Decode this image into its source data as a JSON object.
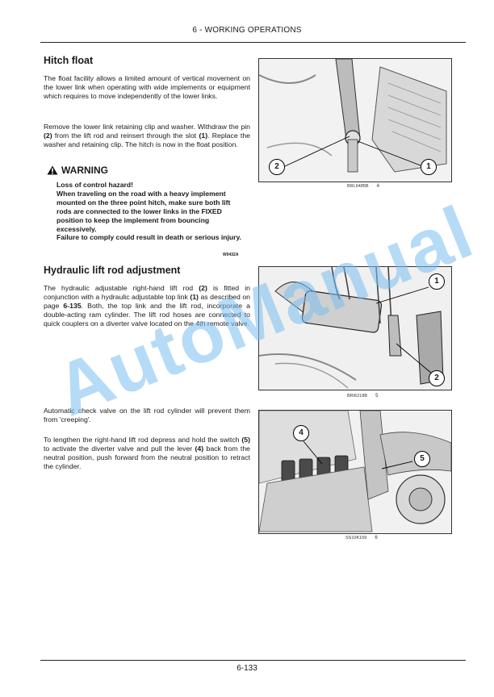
{
  "header": "6 - WORKING OPERATIONS",
  "footer": "6-133",
  "hitch_float": {
    "title": "Hitch float",
    "p1": "The float facility allows a limited amount of vertical movement on the lower link when operating with wide implements or equipment which requires to move independently of the lower links.",
    "p2_a": "Remove the lower link retaining clip and washer. Withdraw the pin ",
    "p2_b": "(2)",
    "p2_c": " from the lift rod and reinsert through the slot ",
    "p2_d": "(1)",
    "p2_e": ". Replace the washer and retaining clip. The hitch is now in the float position."
  },
  "warning": {
    "title": "WARNING",
    "lines": [
      "Loss of control hazard!",
      "When traveling on the road with a heavy implement mounted on the three point hitch, make sure both lift rods are connected to the lower links in the FIXED position to keep the implement from bouncing excessively.",
      "Failure to comply could result in death or serious injury."
    ],
    "code": "W0432A"
  },
  "lift_rod": {
    "title": "Hydraulic lift rod adjustment",
    "p1_a": "The hydraulic adjustable right-hand lift rod ",
    "p1_b": "(2)",
    "p1_c": " is fitted in conjunction with a hydraulic adjustable top link ",
    "p1_d": "(1)",
    "p1_e": " as described on page ",
    "p1_f": "6-135",
    "p1_g": ". Both, the top link and the lift rod, incorporate a double-acting ram cylinder. The lift rod hoses are connected to quick couplers on a diverter valve located on the 4th remote valve.",
    "p2": "Automatic check valve on the lift rod cylinder will prevent them from 'creeping'.",
    "p3_a": "To lengthen the right-hand lift rod depress and hold the switch ",
    "p3_b": "(5)",
    "p3_c": " to activate the diverter valve and pull the lever ",
    "p3_d": "(4)",
    "p3_e": " back from the neutral position, push forward from the neutral position to retract the cylinder."
  },
  "figures": [
    {
      "code": "BRL6485B",
      "number": "4",
      "callouts": [
        "2",
        "1"
      ]
    },
    {
      "code": "BRI6218B",
      "number": "5",
      "callouts": [
        "1",
        "2"
      ]
    },
    {
      "code": "SS10K109",
      "number": "6",
      "callouts": [
        "4",
        "5"
      ]
    }
  ],
  "watermark": "AutoManual"
}
